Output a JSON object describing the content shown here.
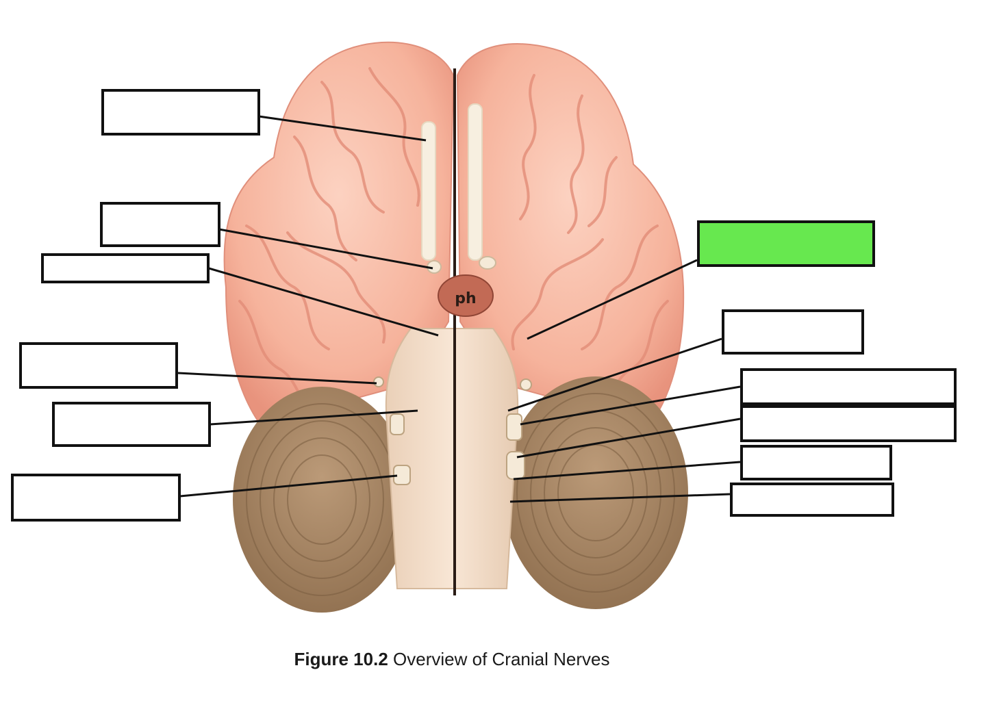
{
  "figure": {
    "number": "Figure 10.2",
    "title": "Overview of Cranial Nerves"
  },
  "model_markings": {
    "pituitary_label": "ph"
  },
  "label_boxes": [
    {
      "id": "olfactory-tract",
      "text": "",
      "highlighted": false
    },
    {
      "id": "olfactory-bulb",
      "text": "",
      "highlighted": false
    },
    {
      "id": "optic-nerve",
      "text": "",
      "highlighted": false
    },
    {
      "id": "left-nerve-4",
      "text": "",
      "highlighted": false
    },
    {
      "id": "left-nerve-5",
      "text": "",
      "highlighted": false
    },
    {
      "id": "left-nerve-6",
      "text": "",
      "highlighted": false
    },
    {
      "id": "right-highlighted",
      "text": "",
      "highlighted": true
    },
    {
      "id": "right-nerve-2",
      "text": "",
      "highlighted": false
    },
    {
      "id": "right-nerve-3",
      "text": "",
      "highlighted": false
    },
    {
      "id": "right-nerve-4",
      "text": "",
      "highlighted": false
    },
    {
      "id": "right-nerve-5",
      "text": "",
      "highlighted": false
    },
    {
      "id": "right-nerve-6",
      "text": "",
      "highlighted": false
    }
  ],
  "colors": {
    "cerebrum": "#f6b39c",
    "cerebrum_shadow": "#e38d78",
    "cerebellum": "#a88663",
    "brainstem": "#f4dcc7",
    "highlight_box": "#67e84f",
    "leader_line": "#111111"
  }
}
